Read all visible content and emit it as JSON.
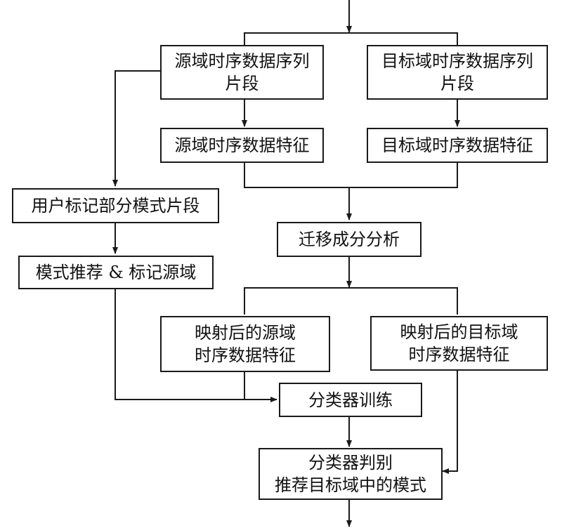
{
  "nodes": {
    "source_segments": {
      "line1": "源域时序数据序列",
      "line2": "片段"
    },
    "target_segments": {
      "line1": "目标域时序数据序列",
      "line2": "片段"
    },
    "source_features": {
      "line1": "源域时序数据特征"
    },
    "target_features": {
      "line1": "目标域时序数据特征"
    },
    "user_marking": {
      "line1": "用户标记部分模式片段"
    },
    "pattern_recommend": {
      "line1": "模式推荐 & 标记源域"
    },
    "tca": {
      "line1": "迁移成分分析"
    },
    "mapped_source": {
      "line1": "映射后的源域",
      "line2": "时序数据特征"
    },
    "mapped_target": {
      "line1": "映射后的目标域",
      "line2": "时序数据特征"
    },
    "classifier_training": {
      "line1": "分类器训练"
    },
    "classifier_judge": {
      "line1": "分类器判别",
      "line2": "推荐目标域中的模式"
    }
  },
  "colors": {
    "line": "#1a1a1a",
    "background": "#ffffff"
  }
}
